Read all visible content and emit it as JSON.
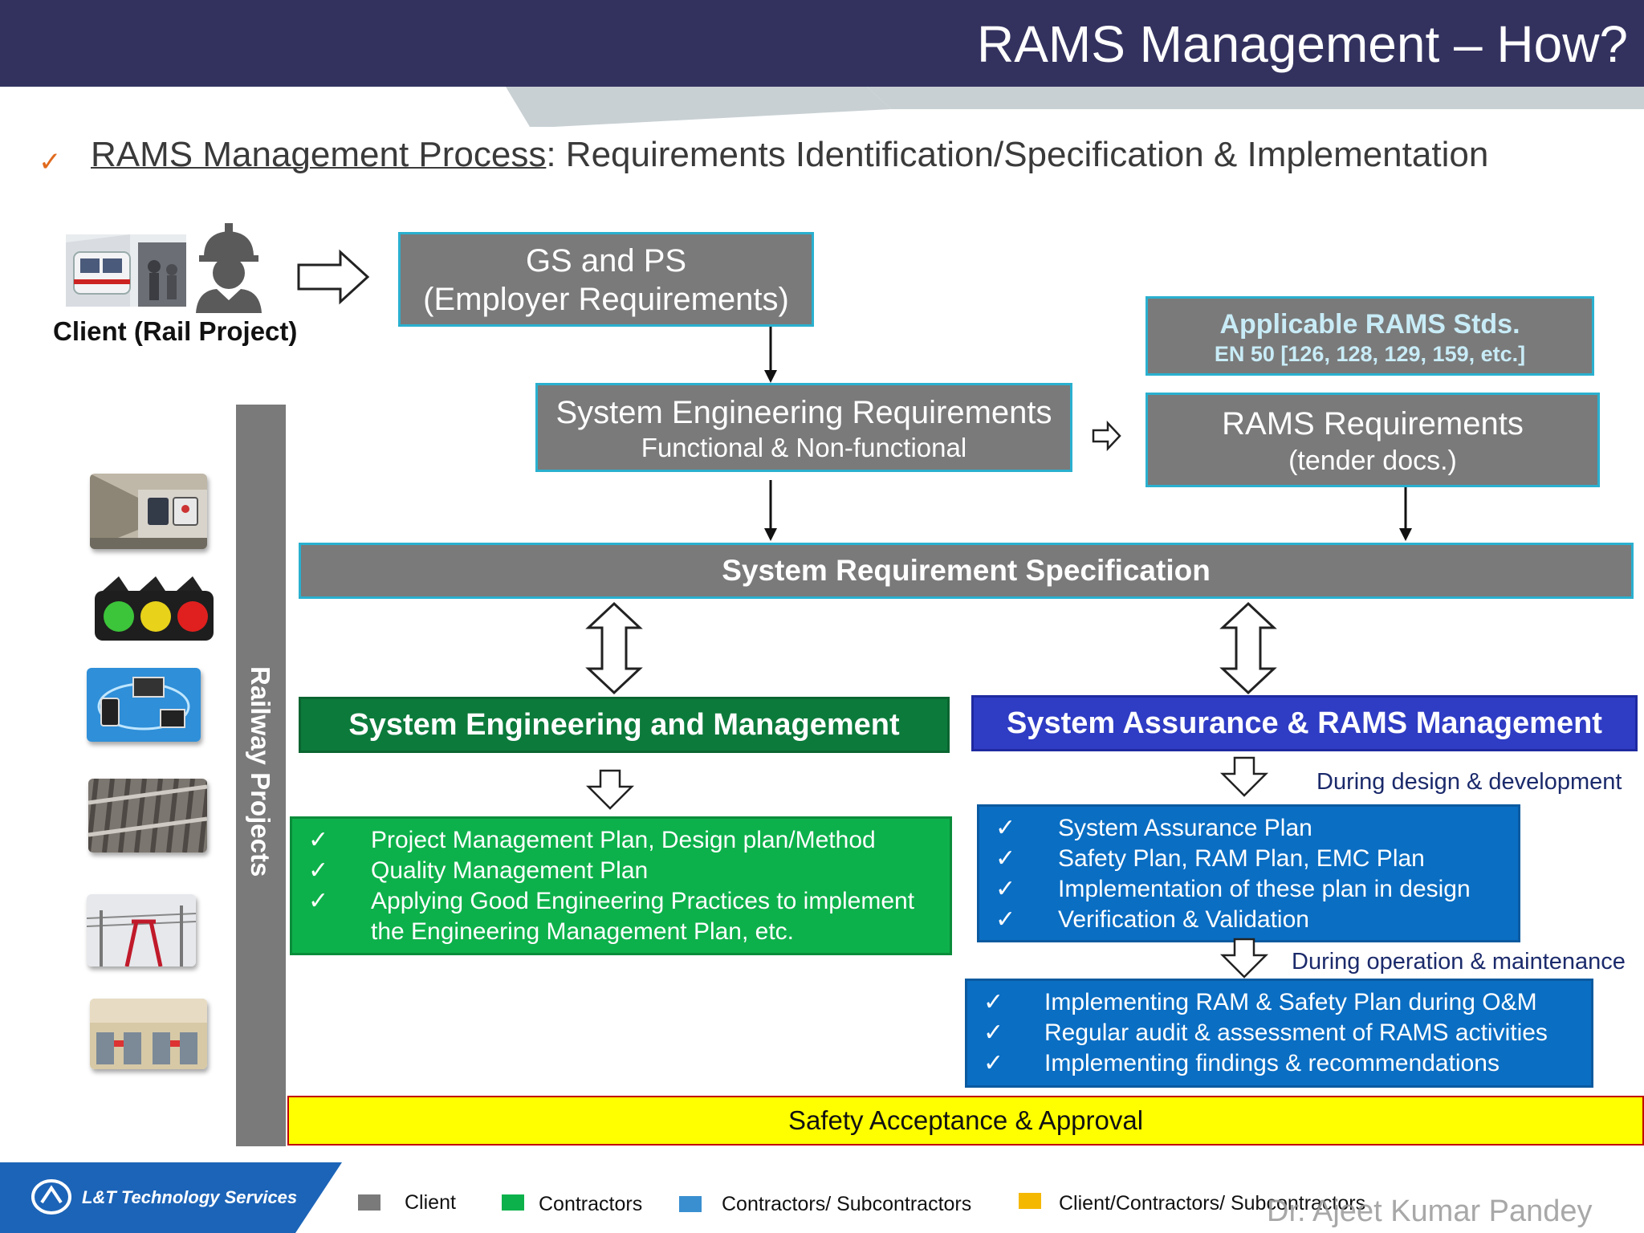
{
  "header": {
    "title": "RAMS Management – How?",
    "color": "#33325f"
  },
  "subtitle": {
    "check": "✓",
    "underlined": "RAMS Management  Process",
    "rest": ": Requirements Identification/Specification & Implementation"
  },
  "client": {
    "label": "Client (Rail Project)"
  },
  "boxes": {
    "gs_ps": {
      "line1": "GS and PS",
      "line2": "(Employer  Requirements)"
    },
    "applicable_stds": {
      "line1": "Applicable RAMS Stds.",
      "line2": "EN 50 [126, 128, 129, 159, etc.]"
    },
    "sys_eng_req": {
      "line1": "System Engineering Requirements",
      "line2": "Functional & Non-functional"
    },
    "rams_req": {
      "line1": "RAMS Requirements",
      "line2": "(tender docs.)"
    },
    "srs": {
      "label": "System Requirement Specification"
    },
    "sem": {
      "label": "System Engineering and Management"
    },
    "sarm": {
      "label": "System Assurance & RAMS Management"
    },
    "sem_list": [
      "Project Management Plan, Design plan/Method",
      "Quality Management Plan",
      "Applying Good Engineering Practices to implement the Engineering Management Plan, etc."
    ],
    "design_note": "During design & development",
    "design_list": [
      "System Assurance Plan",
      "Safety Plan, RAM Plan, EMC Plan",
      "Implementation of these plan in design",
      "Verification & Validation"
    ],
    "om_note": "During operation & maintenance",
    "om_list": [
      "Implementing RAM & Safety Plan during O&M",
      "Regular audit & assessment of RAMS activities",
      "Implementing findings & recommendations"
    ],
    "safety": {
      "label": "Safety Acceptance & Approval"
    }
  },
  "railway_projects": {
    "label": "Railway Projects"
  },
  "check_mark": "✓",
  "footer": {
    "logo_text": "L&T Technology Services",
    "author": "Dr. Ajeet Kumar Pandey",
    "legend": [
      {
        "label": "Client",
        "color": "#7a7a7a"
      },
      {
        "label": "Contractors",
        "color": "#0db14b"
      },
      {
        "label": "Contractors/ Subcontractors",
        "color": "#3a8fd0"
      },
      {
        "label": "Client/Contractors/ Subcontractors",
        "color": "#f5b800"
      }
    ]
  },
  "icons": [
    "metro-train-icon",
    "worker-helmet-icon",
    "train-platform-icon",
    "traffic-light-icon",
    "communication-devices-icon",
    "railway-track-icon",
    "overhead-catenary-icon",
    "fare-gates-icon",
    "lt-logo-icon"
  ]
}
